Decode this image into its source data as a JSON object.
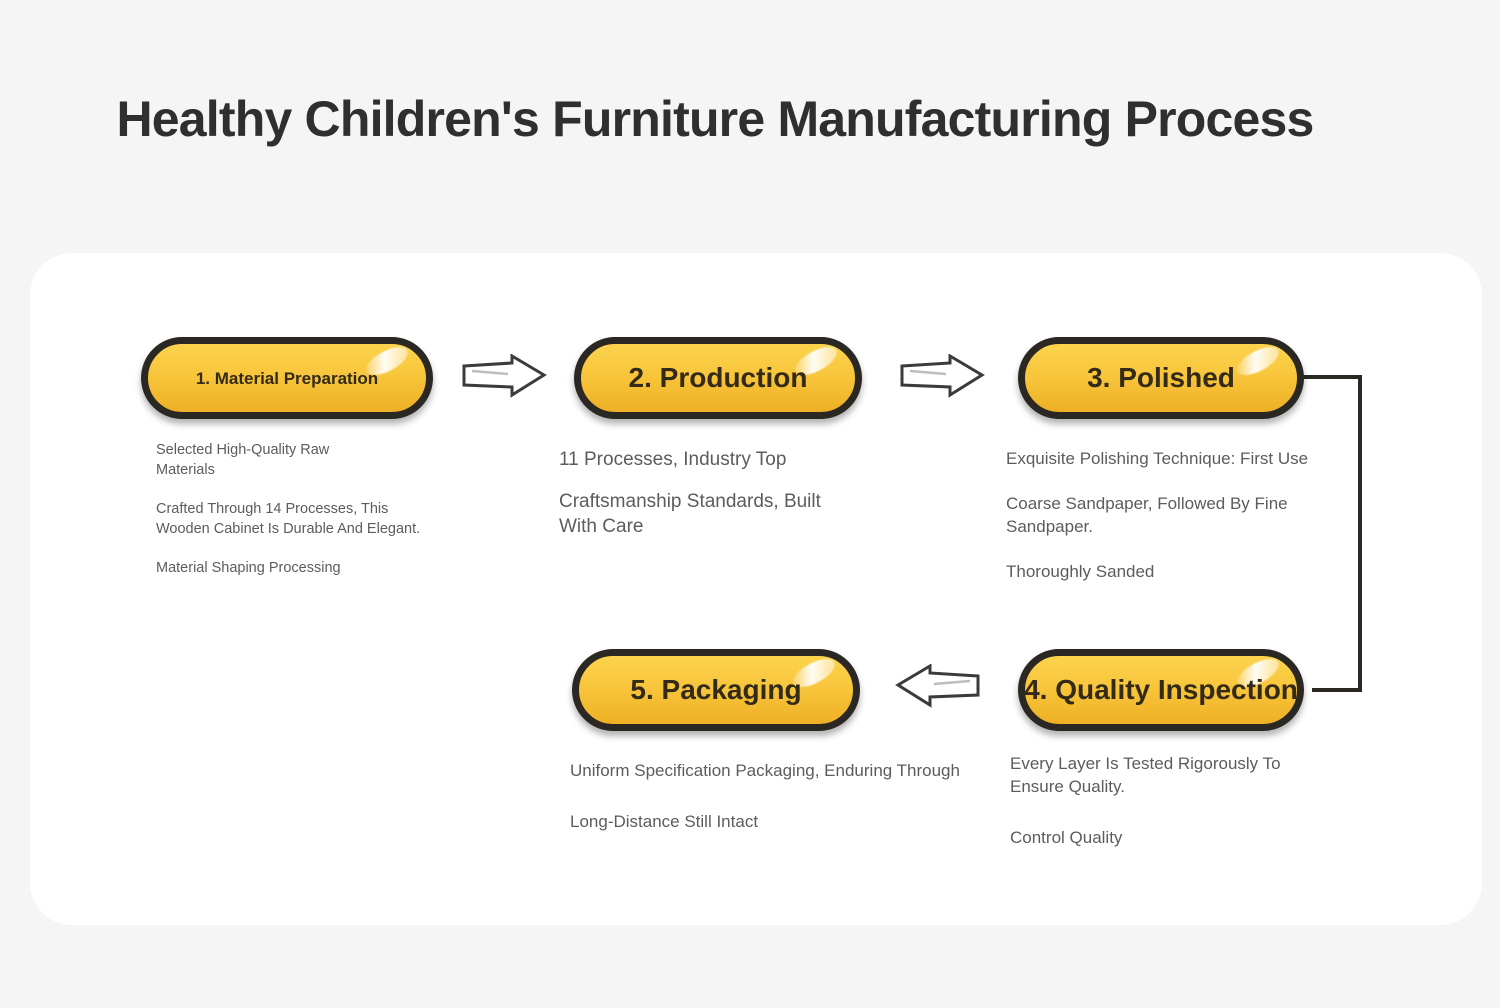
{
  "page": {
    "title": "Healthy Children's Furniture Manufacturing Process",
    "background_color": "#f5f5f5",
    "card_color": "#ffffff",
    "accent_color": "#f8c63c",
    "border_color": "#2b2723",
    "text_color": "#5c5c5c"
  },
  "flow": {
    "nodes": [
      {
        "id": "node-1",
        "label": "1. Material Preparation",
        "lines": [
          "Selected High-Quality Raw",
          "Materials",
          "Crafted Through 14 Processes, This",
          "Wooden Cabinet Is Durable And Elegant.",
          "Material Shaping Processing"
        ]
      },
      {
        "id": "node-2",
        "label": "2. Production",
        "lines": [
          "11 Processes, Industry Top",
          "Craftsmanship Standards, Built",
          "With Care"
        ]
      },
      {
        "id": "node-3",
        "label": "3. Polished",
        "lines": [
          "Exquisite Polishing Technique: First Use",
          "Coarse Sandpaper, Followed By Fine",
          "Sandpaper.",
          "Thoroughly Sanded"
        ]
      },
      {
        "id": "node-4",
        "label": "4. Quality Inspection",
        "lines": [
          "Every Layer Is Tested Rigorously To",
          "Ensure Quality.",
          "Control Quality"
        ]
      },
      {
        "id": "node-5",
        "label": "5. Packaging",
        "lines": [
          "Uniform Specification Packaging, Enduring Through",
          "Long-Distance Still Intact"
        ]
      }
    ],
    "connectors": [
      {
        "id": "arrow-1",
        "icon": "arrow-right-icon",
        "from": "node-1",
        "to": "node-2"
      },
      {
        "id": "arrow-2",
        "icon": "arrow-right-icon",
        "from": "node-2",
        "to": "node-3"
      },
      {
        "id": "elbow",
        "icon": "elbow-connector-icon",
        "from": "node-3",
        "to": "node-4"
      },
      {
        "id": "arrow-3",
        "icon": "arrow-left-icon",
        "from": "node-4",
        "to": "node-5"
      }
    ]
  }
}
